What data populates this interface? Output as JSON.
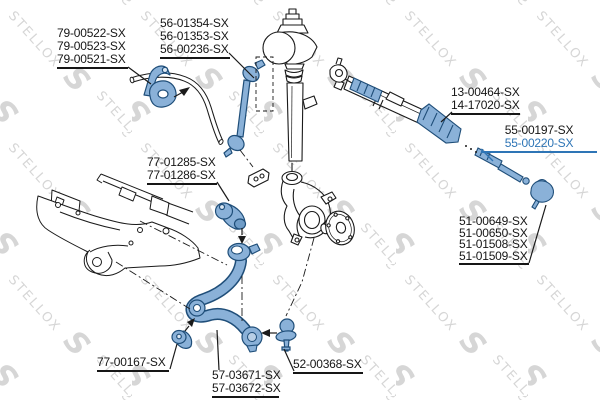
{
  "brand": "STELLOX",
  "watermark": {
    "text": "STELLOX",
    "logo_letter": "S",
    "color": "#d6d6d6"
  },
  "colors": {
    "line": "#1a1a1a",
    "part_fill": "#8ab1d8",
    "part_fill_dark": "#6f9cc7",
    "part_stroke": "#1f4e79",
    "label_text": "#161616",
    "highlight": "#2e75b6"
  },
  "highlighted_part": "55-00220-SX",
  "labels": {
    "stab_bushing_group": {
      "lines": [
        "79-00522-SX",
        "79-00523-SX",
        "79-00521-SX"
      ]
    },
    "stab_link_group": {
      "lines": [
        "56-01354-SX",
        "56-01353-SX",
        "56-00236-SX"
      ]
    },
    "rack_boot_group": {
      "lines": [
        "13-00464-SX",
        "14-17020-SX"
      ]
    },
    "tie_rod_group": {
      "lines": [
        "55-00197-SX",
        "55-00220-SX"
      ]
    },
    "tie_rod_end_group": {
      "lines": [
        "51-00649-SX",
        "51-00650-SX",
        "51-01508-SX",
        "51-01509-SX"
      ]
    },
    "arm_bushing_group": {
      "lines": [
        "77-01285-SX",
        "77-01286-SX"
      ]
    },
    "front_bushing_group": {
      "lines": [
        "77-00167-SX"
      ]
    },
    "control_arm_group": {
      "lines": [
        "57-03671-SX",
        "57-03672-SX"
      ]
    },
    "ball_joint_group": {
      "lines": [
        "52-00368-SX"
      ]
    }
  }
}
